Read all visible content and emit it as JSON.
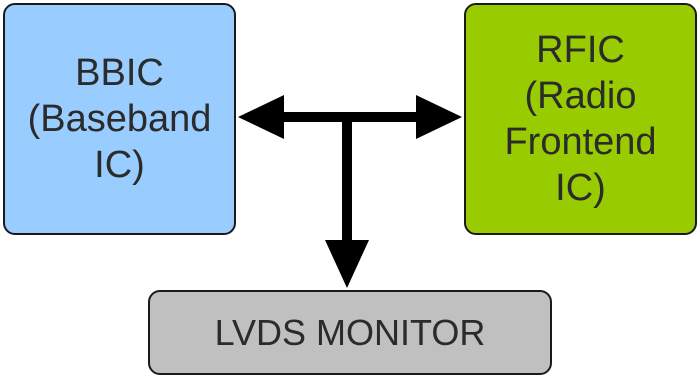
{
  "diagram": {
    "bbic": {
      "lines": [
        "BBIC",
        "(Baseband",
        "IC)"
      ],
      "fill": "#99ccff"
    },
    "rfic": {
      "lines": [
        "RFIC",
        "(Radio",
        "Frontend",
        "IC)"
      ],
      "fill": "#99cc00"
    },
    "lvds": {
      "label": "LVDS MONITOR",
      "fill": "#c0c0c0"
    },
    "connections": [
      {
        "from": "bbic",
        "to": "rfic",
        "type": "bidirectional"
      },
      {
        "from": "bus",
        "to": "lvds",
        "type": "unidirectional"
      }
    ]
  }
}
